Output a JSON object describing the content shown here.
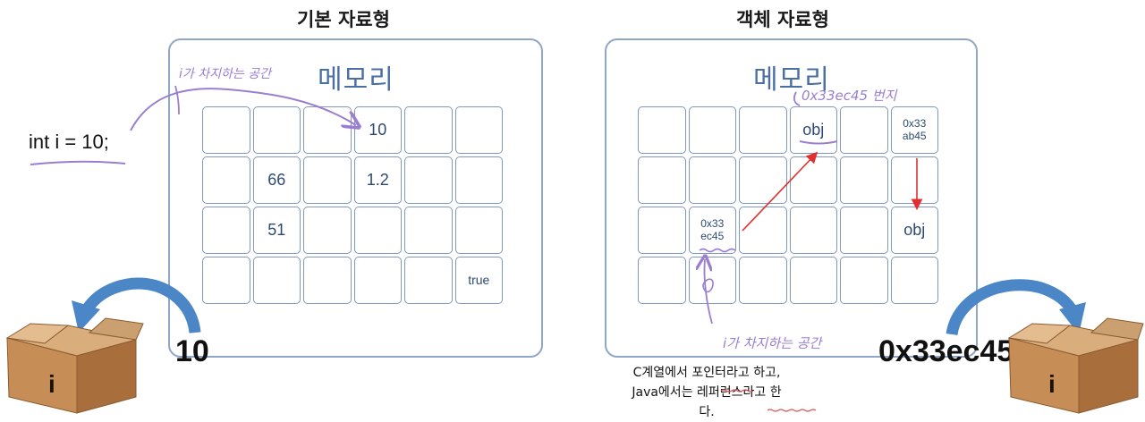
{
  "headings": {
    "left": "기본 자료형",
    "right": "객체 자료형"
  },
  "memory_title": "메모리",
  "code_line": "int i = 10;",
  "annotations": {
    "left_space": "i가 차지하는 공간",
    "right_address": "0x33ec45 번지",
    "right_space": "i가 차지하는 공간"
  },
  "left_grid": [
    [
      "",
      "",
      "",
      "10",
      "",
      ""
    ],
    [
      "",
      "66",
      "",
      "1.2",
      "",
      ""
    ],
    [
      "",
      "51",
      "",
      "",
      "",
      ""
    ],
    [
      "",
      "",
      "",
      "",
      "",
      "true"
    ]
  ],
  "right_grid": [
    [
      "",
      "",
      "",
      "obj",
      "",
      "0x33\nab45"
    ],
    [
      "",
      "",
      "",
      "",
      "",
      ""
    ],
    [
      "",
      "0x33\nec45",
      "",
      "",
      "",
      "obj"
    ],
    [
      "",
      "",
      "",
      "",
      "",
      ""
    ]
  ],
  "values": {
    "left": "10",
    "right": "0x33ec45"
  },
  "box_labels": {
    "left": "i",
    "right": "i"
  },
  "caption": {
    "line1": "C계열에서 포인터라고 하고,",
    "line2": "Java에서는 레퍼런스라고 한다."
  },
  "colors": {
    "panel_border": "#8fa6c6",
    "cell_border": "#7f98bb",
    "memory_title": "#4a6fa5",
    "annotation": "#9a7fd0",
    "pointer_arrow": "#e03030",
    "swoosh_arrow": "#4b86c6",
    "box": "#c8996a"
  }
}
